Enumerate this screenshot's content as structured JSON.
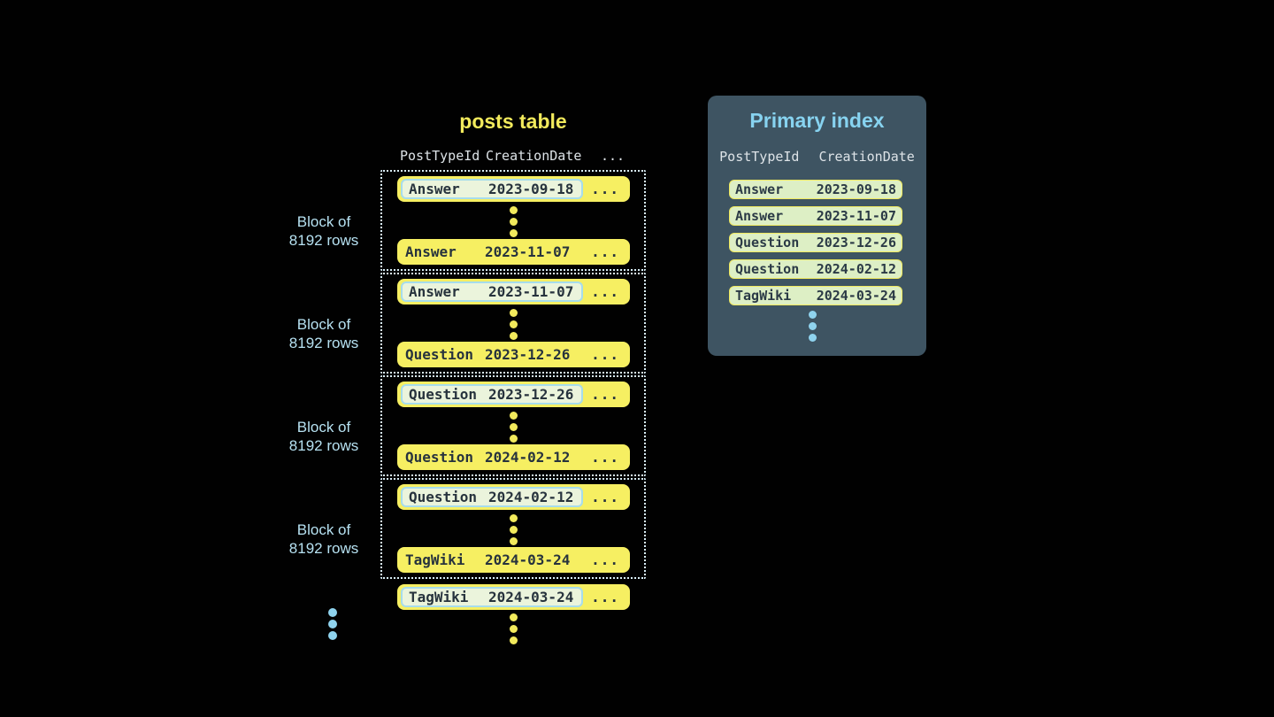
{
  "posts_table": {
    "title": "posts table",
    "headers": [
      "PostTypeId",
      "CreationDate",
      "..."
    ],
    "block_label": {
      "line1": "Block of",
      "line2": "8192 rows"
    },
    "row_ellipsis": "...",
    "blocks": [
      {
        "first_row": {
          "post_type": "Answer",
          "creation_date": "2023-09-18"
        },
        "last_row": {
          "post_type": "Answer",
          "creation_date": "2023-11-07"
        }
      },
      {
        "first_row": {
          "post_type": "Answer",
          "creation_date": "2023-11-07"
        },
        "last_row": {
          "post_type": "Question",
          "creation_date": "2023-12-26"
        }
      },
      {
        "first_row": {
          "post_type": "Question",
          "creation_date": "2023-12-26"
        },
        "last_row": {
          "post_type": "Question",
          "creation_date": "2024-02-12"
        }
      },
      {
        "first_row": {
          "post_type": "Question",
          "creation_date": "2024-02-12"
        },
        "last_row": {
          "post_type": "TagWiki",
          "creation_date": "2024-03-24"
        }
      }
    ],
    "overflow_row": {
      "post_type": "TagWiki",
      "creation_date": "2024-03-24"
    }
  },
  "primary_index": {
    "title": "Primary index",
    "headers": [
      "PostTypeId",
      "CreationDate"
    ],
    "rows": [
      {
        "post_type": "Answer",
        "creation_date": "2023-09-18"
      },
      {
        "post_type": "Answer",
        "creation_date": "2023-11-07"
      },
      {
        "post_type": "Question",
        "creation_date": "2023-12-26"
      },
      {
        "post_type": "Question",
        "creation_date": "2024-02-12"
      },
      {
        "post_type": "TagWiki",
        "creation_date": "2024-03-24"
      }
    ]
  },
  "colors": {
    "background": "#010101",
    "posts_title": "#f2ea5c",
    "row_yellow": "#f6ef62",
    "row_text": "#27333d",
    "highlight_fill": "#ebf4dc",
    "highlight_border": "#a6dcec",
    "index_row_fill": "#ddefc5",
    "index_row_border": "#f0ea60",
    "panel_background": "#3e5462",
    "panel_title": "#87d3f0",
    "header_text": "#dde3e7",
    "block_label_text": "#b6e1f1",
    "dotted_border": "#d9eef7",
    "blue_dot": "#8fd3ee",
    "yellow_dot": "#f2ea5c"
  }
}
